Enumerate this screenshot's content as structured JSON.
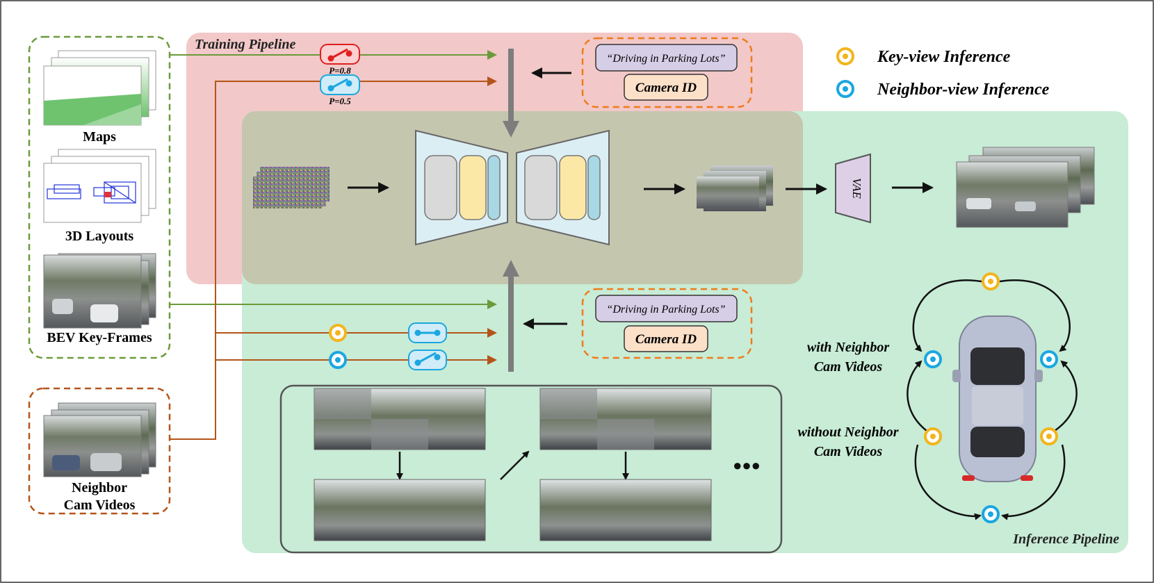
{
  "training_pipeline": {
    "title": "Training Pipeline"
  },
  "inference_pipeline": {
    "title": "Inference Pipeline"
  },
  "inputs": {
    "maps": "Maps",
    "layouts": "3D Layouts",
    "keyframes": "BEV Key-Frames",
    "neighbor_line1": "Neighbor",
    "neighbor_line2": "Cam Videos"
  },
  "switches": {
    "p_top": "P=0.8",
    "p_bottom": "P=0.5"
  },
  "prompts": {
    "text_top": "“Driving in Parking Lots”",
    "camera_top": "Camera ID",
    "text_bottom": "“Driving in Parking Lots”",
    "camera_bottom": "Camera ID"
  },
  "vae": "VAE",
  "legend": {
    "key_view": "Key-view Inference",
    "neighbor_view": "Neighbor-view Inference",
    "key_color": "#f2b51c",
    "neighbor_color": "#1aa7e0"
  },
  "car_labels": {
    "with_line1": "with Neighbor",
    "with_line2": "Cam Videos",
    "without_line1": "without Neighbor",
    "without_line2": "Cam Videos"
  },
  "ellipsis": "●●●",
  "colors": {
    "training_bg": "#f2c8c8",
    "inference_bg": "#c8ecd6",
    "green_arrow": "#6b9a3a",
    "brown_arrow": "#b5541a",
    "red_switch": "#e02020",
    "blue_switch": "#1aa7e0"
  }
}
